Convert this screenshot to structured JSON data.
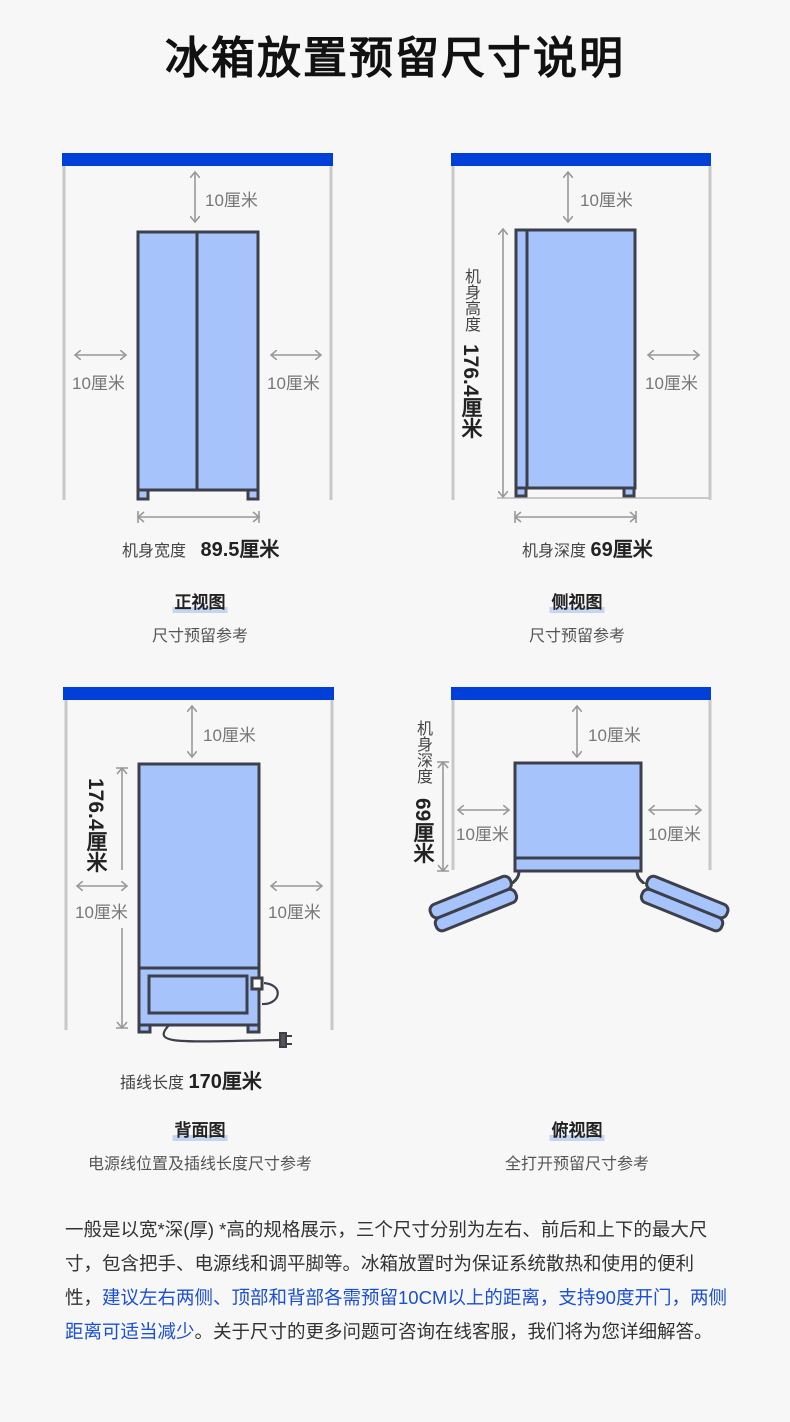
{
  "title": "冰箱放置预留尺寸说明",
  "colors": {
    "accent_bar": "#0040d8",
    "fridge_fill": "#a6c4fb",
    "outline": "#3d3f4a",
    "highlight_text": "#1a4fd6"
  },
  "front": {
    "top_gap": "10厘米",
    "left_gap": "10厘米",
    "right_gap": "10厘米",
    "dim_label": "机身宽度",
    "dim_value": "89.5厘米",
    "name": "正视图",
    "caption": "尺寸预留参考"
  },
  "side": {
    "top_gap": "10厘米",
    "right_gap": "10厘米",
    "height_label": "机身高度",
    "height_value": "176.4厘米",
    "dim_label": "机身深度",
    "dim_value": "69厘米",
    "name": "侧视图",
    "caption": "尺寸预留参考"
  },
  "back": {
    "top_gap": "10厘米",
    "left_gap": "10厘米",
    "right_gap": "10厘米",
    "height_value": "176.4厘米",
    "dim_label": "插线长度",
    "dim_value": "170厘米",
    "name": "背面图",
    "caption": "电源线位置及插线长度尺寸参考"
  },
  "top": {
    "top_gap": "10厘米",
    "left_gap": "10厘米",
    "right_gap": "10厘米",
    "depth_label": "机身深度",
    "depth_value": "69厘米",
    "name": "俯视图",
    "caption": "全打开预留尺寸参考"
  },
  "description": {
    "part1": "一般是以宽*深(厚) *高的规格展示，三个尺寸分别为左右、前后和上下的最大尺寸，包含把手、电源线和调平脚等。冰箱放置时为保证系统散热和使用的便利性，",
    "highlight": "建议左右两侧、顶部和背部各需预留10CM以上的距离，支持90度开门，两侧距离可适当减少",
    "part2": "。关于尺寸的更多问题可咨询在线客服，我们将为您详细解答。"
  }
}
